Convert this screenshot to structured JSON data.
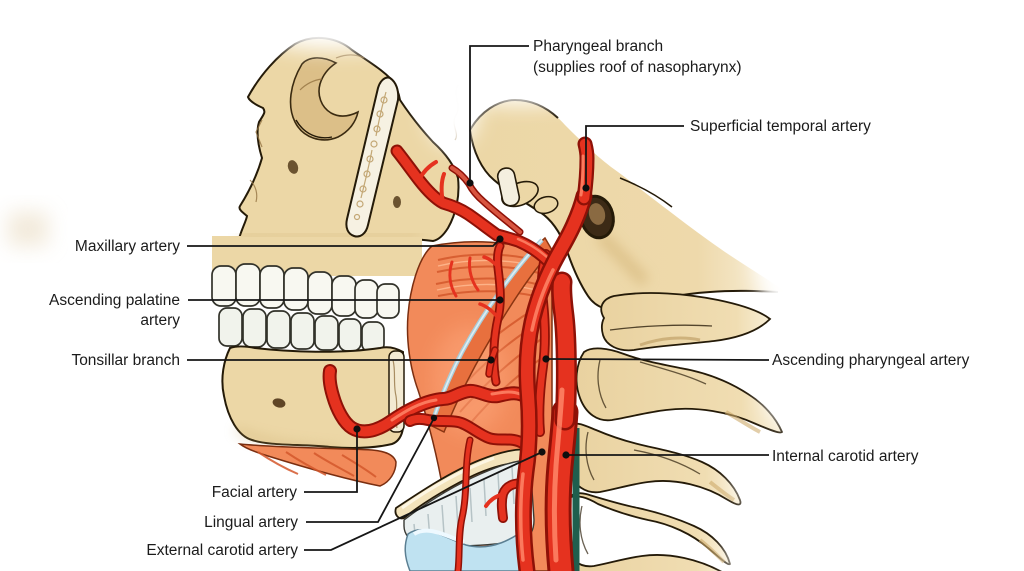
{
  "figure": {
    "description": "Anatomical diagram of head and neck arteries with facial artery highlighted",
    "colors": {
      "background": "#ffffff",
      "artery_red": "#e5321f",
      "artery_outline": "#8e1107",
      "bone_tan": "#ecd7a6",
      "muscle_orange": "#f28a5a",
      "larynx_blue": "#bfe2f1",
      "label_text": "#1b1b1b",
      "facial_artery_label": "#e8291d"
    },
    "labels": {
      "pharyngeal_branch": "Pharyngeal branch",
      "pharyngeal_branch_note": "(supplies roof of nasopharynx)",
      "superficial_temporal": "Superficial temporal artery",
      "maxillary": "Maxillary artery",
      "ascending_palatine_l1": "Ascending palatine",
      "ascending_palatine_l2": "artery",
      "tonsillar": "Tonsillar branch",
      "facial": "Facial artery",
      "lingual": "Lingual artery",
      "external_carotid": "External carotid artery",
      "ascending_pharyngeal": "Ascending pharyngeal artery",
      "internal_carotid": "Internal carotid artery"
    }
  }
}
